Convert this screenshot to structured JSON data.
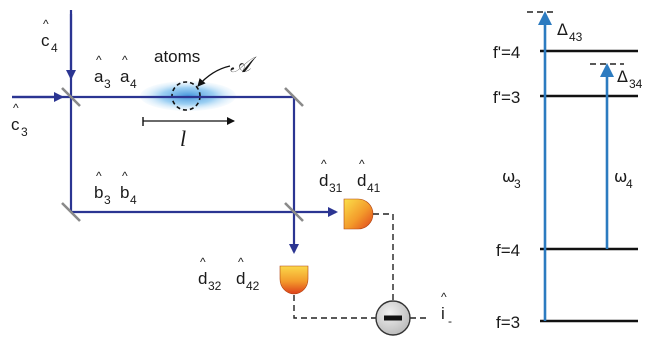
{
  "setup": {
    "input_c4": {
      "base": "c",
      "sub": "4"
    },
    "input_c3": {
      "base": "c",
      "sub": "3"
    },
    "mode_a3": {
      "base": "a",
      "sub": "3"
    },
    "mode_a4": {
      "base": "a",
      "sub": "4"
    },
    "mode_b3": {
      "base": "b",
      "sub": "3"
    },
    "mode_b4": {
      "base": "b",
      "sub": "4"
    },
    "atoms_label": "atoms",
    "area_symbol": "𝒜",
    "length_symbol": "l",
    "out_d31": {
      "base": "d",
      "sub": "31"
    },
    "out_d41": {
      "base": "d",
      "sub": "41"
    },
    "out_d32": {
      "base": "d",
      "sub": "32"
    },
    "out_d42": {
      "base": "d",
      "sub": "42"
    },
    "current": {
      "base": "i",
      "sub": "-"
    },
    "hat": "^"
  },
  "levels": {
    "fp4": "f'=4",
    "fp3": "f'=3",
    "f4": "f=4",
    "f3": "f=3",
    "omega3": {
      "base": "ω",
      "sub": "3"
    },
    "omega4": {
      "base": "ω",
      "sub": "4"
    },
    "delta43": {
      "base": "Δ",
      "sub": "43"
    },
    "delta34": {
      "base": "Δ",
      "sub": "34"
    }
  },
  "colors": {
    "beam": "#2b3592",
    "transition": "#2c7bc0",
    "mirror": "#8a8a8a",
    "atom_cloud": "#5aaee8"
  }
}
